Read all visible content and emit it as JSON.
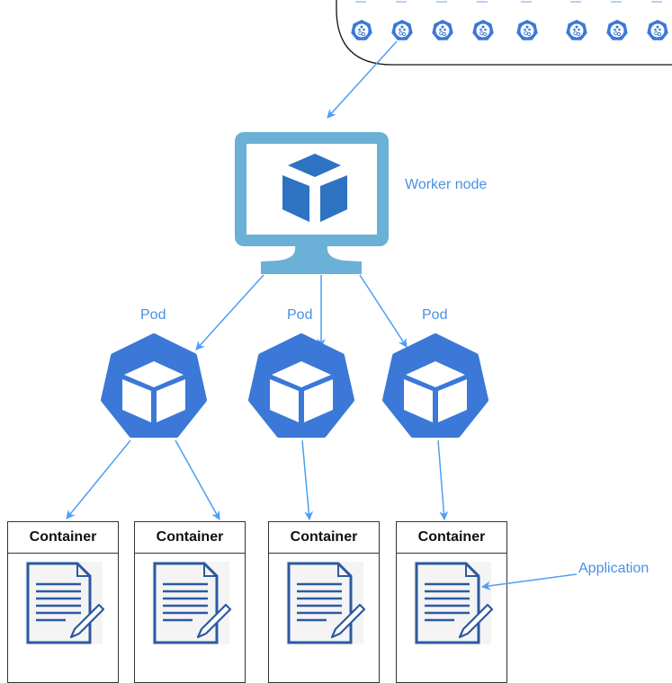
{
  "labels": {
    "worker_node": "Worker node",
    "pod": "Pod",
    "container": "Container",
    "application": "Application"
  },
  "cluster": {
    "node_icon_count": 8,
    "icon": "kubernetes-node-icon"
  },
  "worker_node": {
    "icon": "monitor-cube-icon"
  },
  "pods": [
    {
      "label": "Pod",
      "icon": "pod-cube-icon"
    },
    {
      "label": "Pod",
      "icon": "pod-cube-icon"
    },
    {
      "label": "Pod",
      "icon": "pod-cube-icon"
    }
  ],
  "containers": [
    {
      "label": "Container",
      "icon": "document-pen-icon"
    },
    {
      "label": "Container",
      "icon": "document-pen-icon"
    },
    {
      "label": "Container",
      "icon": "document-pen-icon"
    },
    {
      "label": "Container",
      "icon": "document-pen-icon"
    }
  ],
  "colors": {
    "arrow": "#4a9ff5",
    "label": "#4a90e2",
    "pod": "#3b78d8",
    "monitor": "#6bb0d6",
    "cube": "#2e72c2",
    "document": "#2c5aa0"
  }
}
